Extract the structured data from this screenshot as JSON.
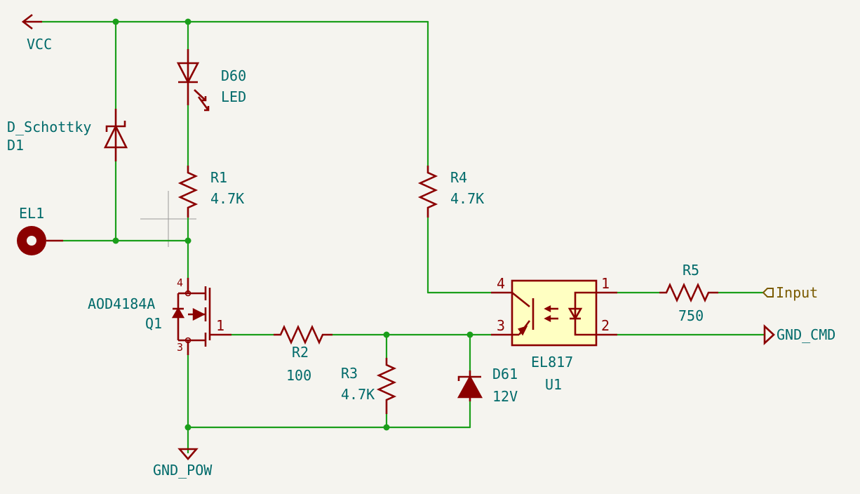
{
  "power": {
    "vcc": "VCC",
    "gnd_pow": "GND_POW",
    "gnd_cmd": "GND_CMD",
    "input": "Input"
  },
  "connector": {
    "ref": "EL1"
  },
  "components": {
    "d1": {
      "value": "D_Schottky",
      "ref": "D1"
    },
    "d60": {
      "ref": "D60",
      "value": "LED"
    },
    "r1": {
      "ref": "R1",
      "value": "4.7K"
    },
    "r4": {
      "ref": "R4",
      "value": "4.7K"
    },
    "r5": {
      "ref": "R5",
      "value": "750"
    },
    "r2": {
      "ref": "R2",
      "value": "100"
    },
    "r3": {
      "ref": "R3",
      "value": "4.7K"
    },
    "d61": {
      "ref": "D61",
      "value": "12V"
    },
    "q1": {
      "value": "AOD4184A",
      "ref": "Q1",
      "pin_gate": "1",
      "pin_drain": "4",
      "pin_source": "3"
    },
    "u1": {
      "value": "EL817",
      "ref": "U1",
      "pin1": "1",
      "pin2": "2",
      "pin3": "3",
      "pin4": "4"
    }
  },
  "colors": {
    "wire": "#1a9e1a",
    "component": "#8b0000",
    "label": "#006a6a",
    "ic_body": "#ffffc2",
    "background": "#f5f4ef"
  }
}
